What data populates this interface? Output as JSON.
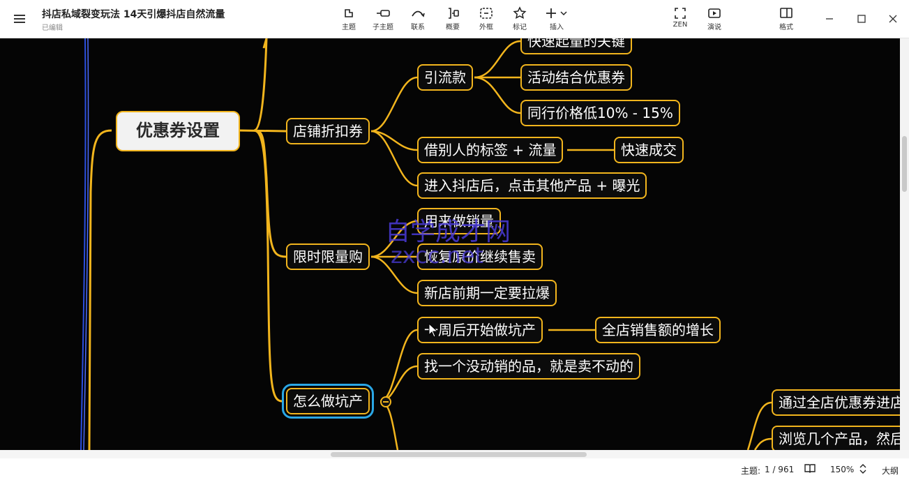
{
  "header": {
    "title": "抖店私域裂变玩法 14天引爆抖店自然流量",
    "status": "已编辑"
  },
  "toolbar": {
    "topic": "主题",
    "subtopic": "子主题",
    "relationship": "联系",
    "summary": "概要",
    "boundary": "外框",
    "marker": "标记",
    "insert": "插入",
    "zen": "ZEN",
    "present": "演说",
    "format": "格式"
  },
  "mindmap": {
    "central": "优惠券设置",
    "b1": {
      "label": "店铺折扣券",
      "c1": {
        "label": "引流款",
        "g1": "快速起量的关键",
        "g2": "活动结合优惠券",
        "g3": "同行价格低10% - 15%"
      },
      "c2": {
        "label": "借别人的标签 + 流量",
        "g1": "快速成交"
      },
      "c3": "进入抖店后，点击其他产品 + 曝光"
    },
    "b2": {
      "label": "限时限量购",
      "c1": "用来做销量",
      "c2": "恢复原价继续售卖",
      "c3": "新店前期一定要拉爆"
    },
    "b3": {
      "label": "怎么做坑产",
      "c1": {
        "label": "一周后开始做坑产",
        "g1": "全店销售额的增长"
      },
      "c2": "找一个没动销的品，就是卖不动的"
    },
    "right": {
      "n1": "通过全店优惠券进店",
      "n2": "浏览几个产品，然后"
    }
  },
  "watermark": {
    "line1": "自学成才网",
    "line2": "zxcc.net"
  },
  "status": {
    "topics_label": "主题:",
    "topics_value": "1 / 961",
    "zoom": "150%",
    "outline": "大纲"
  },
  "colors": {
    "branch": "#f2b51d",
    "selection": "#2aa7e6",
    "watermark": "#4a3bd8",
    "canvas": "#050505"
  },
  "icons": [
    "menu-icon",
    "topic-icon",
    "subtopic-icon",
    "relationship-icon",
    "summary-icon",
    "boundary-icon",
    "marker-icon",
    "insert-icon",
    "zen-icon",
    "present-icon",
    "format-icon",
    "minimize-icon",
    "maximize-icon",
    "close-icon",
    "book-icon",
    "zoom-stepper-icon"
  ]
}
